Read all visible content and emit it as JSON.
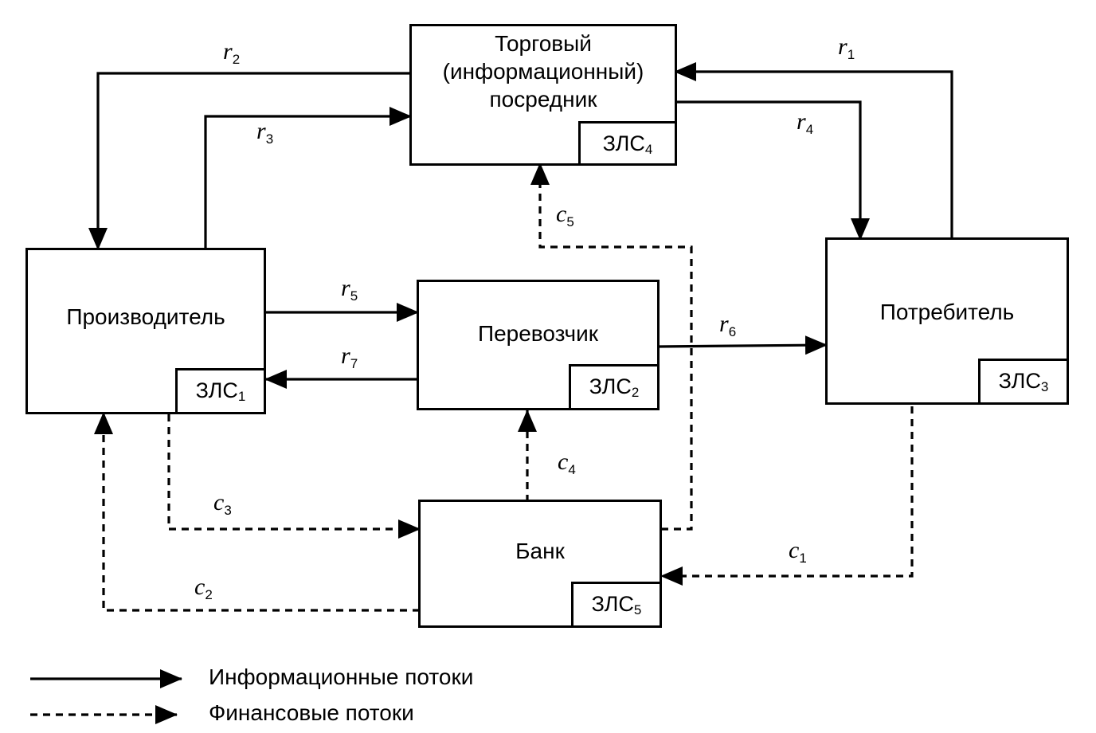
{
  "nodes": {
    "trader": {
      "title": [
        "Торговый",
        "(информационный)",
        "посредник"
      ],
      "zls": "ЗЛС",
      "zls_sub": "4"
    },
    "producer": {
      "title": "Производитель",
      "zls": "ЗЛС",
      "zls_sub": "1"
    },
    "carrier": {
      "title": "Перевозчик",
      "zls": "ЗЛС",
      "zls_sub": "2"
    },
    "consumer": {
      "title": "Потребитель",
      "zls": "ЗЛС",
      "zls_sub": "3"
    },
    "bank": {
      "title": "Банк",
      "zls": "ЗЛС",
      "zls_sub": "5"
    }
  },
  "flows": {
    "r1": {
      "letter": "r",
      "sub": "1"
    },
    "r2": {
      "letter": "r",
      "sub": "2"
    },
    "r3": {
      "letter": "r",
      "sub": "3"
    },
    "r4": {
      "letter": "r",
      "sub": "4"
    },
    "r5": {
      "letter": "r",
      "sub": "5"
    },
    "r6": {
      "letter": "r",
      "sub": "6"
    },
    "r7": {
      "letter": "r",
      "sub": "7"
    },
    "c1": {
      "letter": "c",
      "sub": "1"
    },
    "c2": {
      "letter": "c",
      "sub": "2"
    },
    "c3": {
      "letter": "c",
      "sub": "3"
    },
    "c4": {
      "letter": "c",
      "sub": "4"
    },
    "c5": {
      "letter": "c",
      "sub": "5"
    }
  },
  "legend": {
    "info": "Информационные потоки",
    "finance": "Финансовые потоки"
  }
}
